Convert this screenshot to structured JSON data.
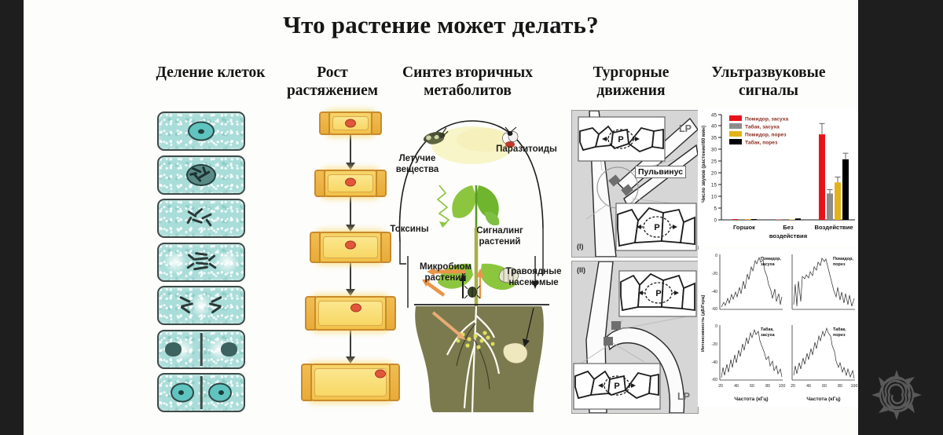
{
  "slide": {
    "title": "Что растение может делать?",
    "background_color": "#fdfdfb",
    "letterbox_color": "#1e1e1e"
  },
  "columns": [
    {
      "id": "cell-division",
      "heading_line1": "Деление клеток",
      "heading_line2": ""
    },
    {
      "id": "elongation-growth",
      "heading_line1": "Рост",
      "heading_line2": "растяжением"
    },
    {
      "id": "secondary-metabolites",
      "heading_line1": "Синтез вторичных",
      "heading_line2": "метаболитов"
    },
    {
      "id": "turgor-movements",
      "heading_line1": "Тургорные",
      "heading_line2": "движения"
    },
    {
      "id": "ultrasound-signals",
      "heading_line1": "Ультразвуковые",
      "heading_line2": "сигналы"
    }
  ],
  "cell_division": {
    "stage_count": 7,
    "cell_fill": "#a9ddd9",
    "cell_border": "#3f4a48",
    "stages": [
      "интерфаза",
      "профаза",
      "прометафаза",
      "метафаза",
      "анафаза",
      "телофаза",
      "цитокинез"
    ]
  },
  "elongation": {
    "stage_count": 5,
    "arrow_count": 4,
    "cell_fill": "#f4cd5c",
    "cell_border": "#c98a2c",
    "nucleus_color": "#e2563a"
  },
  "metabolites": {
    "labels": {
      "volatiles": "Летучие\nвещества",
      "parasitoids": "Паразитоиды",
      "plant_signaling": "Сигналинг\nрастений",
      "toxins": "Токсины",
      "microbiome": "Микробиом\nрастений",
      "herbivores": "Травоядные\nнасекомые"
    },
    "volatiles_label": "Летучие вещества",
    "parasitoids_label": "Паразитоиды",
    "signaling_label": "Сигналинг растений",
    "toxins_label": "Токсины",
    "microbiome_label": "Микробиом растений",
    "herbivores_label": "Травоядные насекомые",
    "soil_color": "#7b7a4e",
    "leaf_color": "#7cc24a"
  },
  "turgor": {
    "pulvinus_label": "Пульвинус",
    "lp_label": "LP",
    "panel_1_marker": "(I)",
    "panel_2_marker": "(II)",
    "pressure_symbol": "P",
    "panel_bg": "#d6d6d6"
  },
  "ultrasound": {
    "bar_chart": {
      "ylabel": "Число звуков (растение\\60 мин)",
      "legend": [
        {
          "label": "Помидор, засуха",
          "color": "#e8131a"
        },
        {
          "label": "Табак, засуха",
          "color": "#8d8d8d"
        },
        {
          "label": "Помидор, порез",
          "color": "#e2b417"
        },
        {
          "label": "Табак, порез",
          "color": "#000000"
        }
      ],
      "categories": [
        "Горшок",
        "Без воздействия",
        "Воздействие"
      ]
    },
    "spectra": {
      "xlabel": "Частота (кГц)",
      "ylabel": "Интенсивность (дБ/Герц)",
      "panels": [
        {
          "title": "Помидор,\nзасуха"
        },
        {
          "title": "Помидор,\nпорез"
        },
        {
          "title": "Табак,\nзасуха"
        },
        {
          "title": "Табак,\nпорез"
        }
      ],
      "panel_titles": [
        "Помидор, засуха",
        "Помидор, порез",
        "Табак, засуха",
        "Табак, порез"
      ],
      "xticks": [
        20,
        40,
        60,
        80,
        100
      ],
      "yticks": [
        0,
        -20,
        -40,
        -60
      ]
    }
  },
  "chart_data": [
    {
      "type": "bar",
      "title": "Ультразвуковые сигналы",
      "categories": [
        "Горшок",
        "Без воздействия",
        "Воздействие"
      ],
      "series": [
        {
          "name": "Помидор, засуха",
          "color": "#e8131a",
          "values": [
            0.05,
            0.1,
            36.3
          ],
          "errors": [
            0.05,
            0.1,
            4.6
          ]
        },
        {
          "name": "Табак, засуха",
          "color": "#8d8d8d",
          "values": [
            0.05,
            0.3,
            11.2
          ],
          "errors": [
            0.05,
            0.2,
            1.6
          ]
        },
        {
          "name": "Помидор, порез",
          "color": "#e2b417",
          "values": [
            0.05,
            0.2,
            15.9
          ],
          "errors": [
            0.05,
            0.2,
            2.3
          ]
        },
        {
          "name": "Табак, порез",
          "color": "#000000",
          "values": [
            0.05,
            0.6,
            25.7
          ],
          "errors": [
            0.05,
            0.3,
            2.6
          ]
        }
      ],
      "xlabel": "",
      "ylabel": "Число звуков (растение\\60 мин)",
      "ylim": [
        0,
        45
      ],
      "yticks": [
        0,
        5,
        10,
        15,
        20,
        25,
        30,
        35,
        40,
        45
      ],
      "grid": false,
      "legend_position": "top-left"
    },
    {
      "type": "line",
      "title": "Помидор, засуха",
      "xlabel": "Частота (кГц)",
      "ylabel": "Интенсивность (дБ/Герц)",
      "xlim": [
        20,
        100
      ],
      "ylim": [
        -60,
        0
      ],
      "xticks": [
        20,
        40,
        60,
        80,
        100
      ],
      "yticks": [
        0,
        -20,
        -40,
        -60
      ],
      "x": [
        20,
        25,
        30,
        35,
        40,
        45,
        50,
        55,
        60,
        65,
        70,
        75,
        80,
        85,
        90,
        95,
        100
      ],
      "values": [
        -58,
        -52,
        -47,
        -44,
        -40,
        -33,
        -26,
        -18,
        -9,
        -5,
        -7,
        -20,
        -34,
        -45,
        -52,
        -50,
        -55
      ]
    },
    {
      "type": "line",
      "title": "Помидор, порез",
      "xlabel": "Частота (кГц)",
      "ylabel": "Интенсивность (дБ/Герц)",
      "xlim": [
        20,
        100
      ],
      "ylim": [
        -60,
        0
      ],
      "xticks": [
        20,
        40,
        60,
        80,
        100
      ],
      "yticks": [
        0,
        -20,
        -40,
        -60
      ],
      "x": [
        20,
        25,
        30,
        35,
        40,
        45,
        50,
        55,
        60,
        65,
        70,
        75,
        80,
        85,
        90,
        95,
        100
      ],
      "values": [
        -55,
        -30,
        -48,
        -25,
        -24,
        -22,
        -17,
        -11,
        -6,
        -5,
        -10,
        -24,
        -38,
        -47,
        -50,
        -48,
        -52
      ]
    },
    {
      "type": "line",
      "title": "Табак, засуха",
      "xlabel": "Частота (кГц)",
      "ylabel": "Интенсивность (дБ/Герц)",
      "xlim": [
        20,
        100
      ],
      "ylim": [
        -60,
        0
      ],
      "xticks": [
        20,
        40,
        60,
        80,
        100
      ],
      "yticks": [
        0,
        -20,
        -40,
        -60
      ],
      "x": [
        20,
        25,
        30,
        35,
        40,
        45,
        50,
        55,
        60,
        65,
        70,
        75,
        80,
        85,
        90,
        95,
        100
      ],
      "values": [
        -57,
        -50,
        -44,
        -38,
        -31,
        -25,
        -18,
        -10,
        -5,
        -8,
        -14,
        -22,
        -30,
        -38,
        -44,
        -40,
        -55
      ]
    },
    {
      "type": "line",
      "title": "Табак, порез",
      "xlabel": "Частота (кГц)",
      "ylabel": "Интенсивность (дБ/Герц)",
      "xlim": [
        20,
        100
      ],
      "ylim": [
        -60,
        0
      ],
      "xticks": [
        20,
        40,
        60,
        80,
        100
      ],
      "yticks": [
        0,
        -20,
        -40,
        -60
      ],
      "x": [
        20,
        25,
        30,
        35,
        40,
        45,
        50,
        55,
        60,
        65,
        70,
        75,
        80,
        85,
        90,
        95,
        100
      ],
      "values": [
        -55,
        -48,
        -40,
        -33,
        -27,
        -20,
        -13,
        -7,
        -4,
        -7,
        -13,
        -21,
        -34,
        -44,
        -48,
        -46,
        -52
      ]
    }
  ]
}
